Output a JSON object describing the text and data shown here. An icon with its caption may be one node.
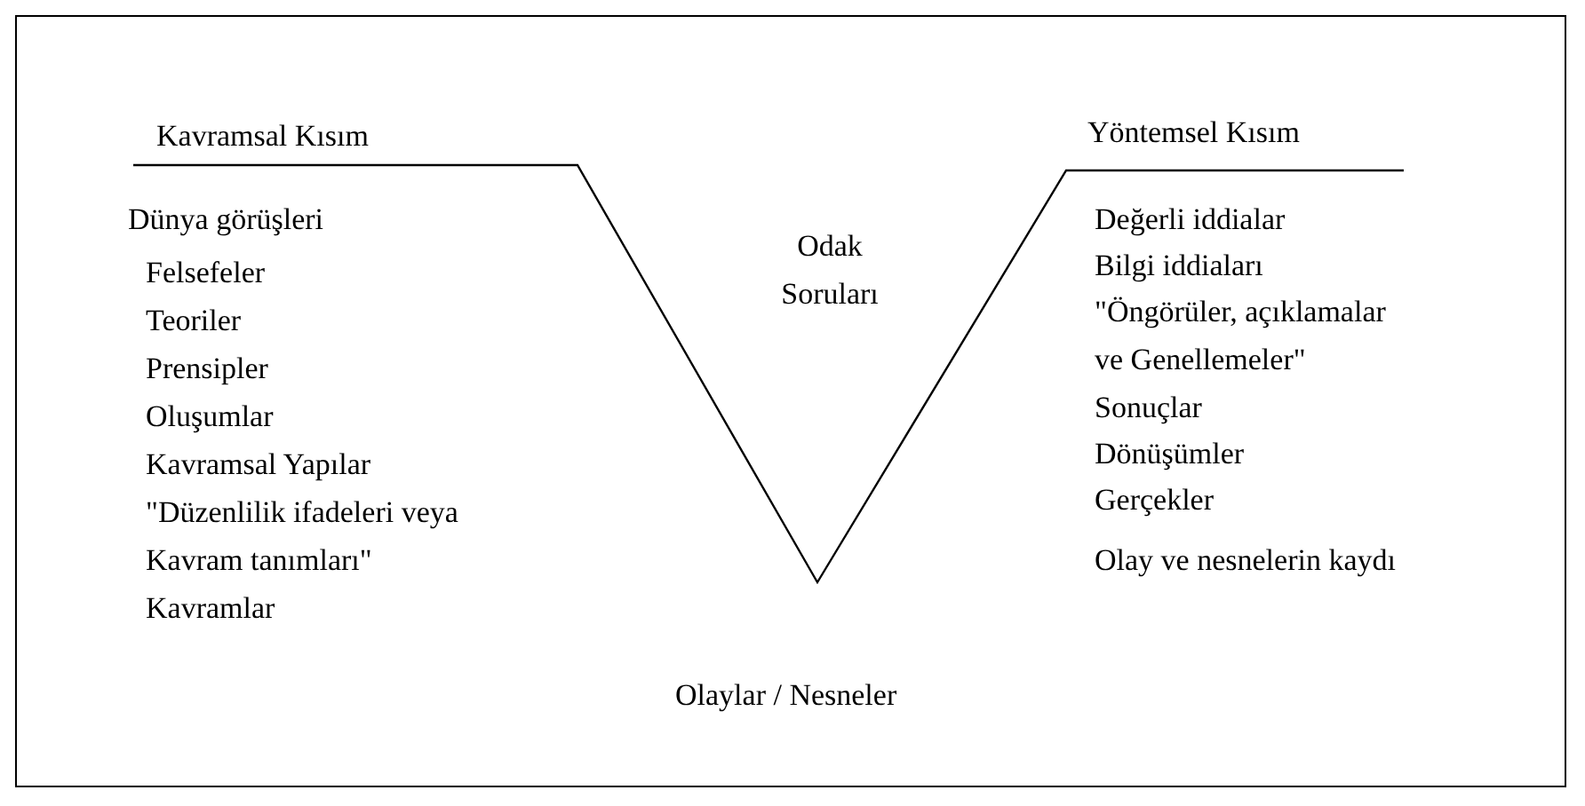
{
  "diagram": {
    "labels": [
      "Kavramsal Kısım",
      "Dünya görüşleri",
      "Felsefeler",
      "Teoriler",
      "Prensipler",
      "Oluşumlar",
      "Kavramsal Yapılar",
      "\"Düzenlilik ifadeleri veya Kavram tanımları\"",
      "Kavramlar",
      "Odak Soruları",
      "Olaylar / Nesneler",
      "Yöntemsel Kısım",
      "Değerli iddialar",
      "Bilgi iddiaları",
      "\"Öngörüler, açıklamalar ve Genellemeler\"",
      "Sonuçlar",
      "Dönüşümler",
      "Gerçekler",
      "Olay ve nesnelerin kaydı"
    ]
  }
}
